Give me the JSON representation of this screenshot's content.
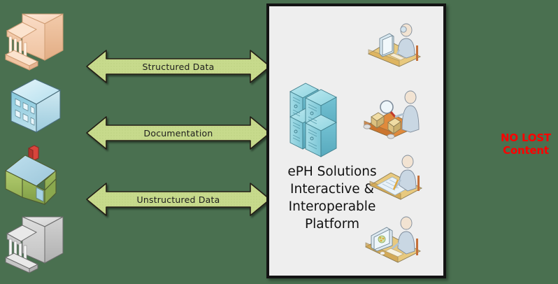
{
  "diagram": {
    "background_color": "#4a7050",
    "sources": [
      {
        "name": "government-building",
        "icon": "classical-building-peach-icon",
        "colors": {
          "body": "#f6d4b4",
          "top": "#fbe6d2",
          "side": "#e8bd95",
          "columns": "#fdf2e6"
        }
      },
      {
        "name": "office-building",
        "icon": "office-building-blue-icon",
        "colors": {
          "body": "#8fcede",
          "top": "#cde8f0",
          "side": "#6fb7cc",
          "windows": "#e4f4f9"
        }
      },
      {
        "name": "residential-house",
        "icon": "house-green-icon",
        "colors": {
          "walls": "#a3c060",
          "roof": "#a8cfe0",
          "chimney": "#d83b34",
          "door": "#8fb8cf"
        }
      },
      {
        "name": "institution-building",
        "icon": "classical-building-gray-icon",
        "colors": {
          "body": "#c9c9c9",
          "top": "#e0e0e0",
          "side": "#a9a9a9",
          "columns": "#f2f2f2"
        }
      }
    ],
    "flows": [
      {
        "label": "Structured Data"
      },
      {
        "label": "Documentation"
      },
      {
        "label": "Unstructured Data"
      }
    ],
    "flow_style": {
      "fill": "#c5d98a",
      "border": "#231f16",
      "direction": "bidirectional"
    },
    "platform": {
      "title": "ePH Solutions\nInteractive &\nInteroperable\nPlatform",
      "title_lines": [
        "ePH Solutions",
        "Interactive &",
        "Interoperable",
        "Platform"
      ],
      "server_icon": "server-stack-icon",
      "server_color": "#7dcdda",
      "panel_background": "#eeeeee",
      "panel_border": "#141414",
      "workers": [
        {
          "name": "user-at-desktop-computer",
          "icon": "person-monitor-desk-icon"
        },
        {
          "name": "inspector-with-magnifier",
          "icon": "person-magnifier-conveyor-icon"
        },
        {
          "name": "analyst-reviewing-documents",
          "icon": "person-documents-desk-icon"
        },
        {
          "name": "user-at-laptop-workstation",
          "icon": "person-laptop-desk-icon"
        }
      ]
    },
    "callout": {
      "line1": "NO LOST",
      "line2": "Content",
      "color": "#ff0000"
    }
  }
}
